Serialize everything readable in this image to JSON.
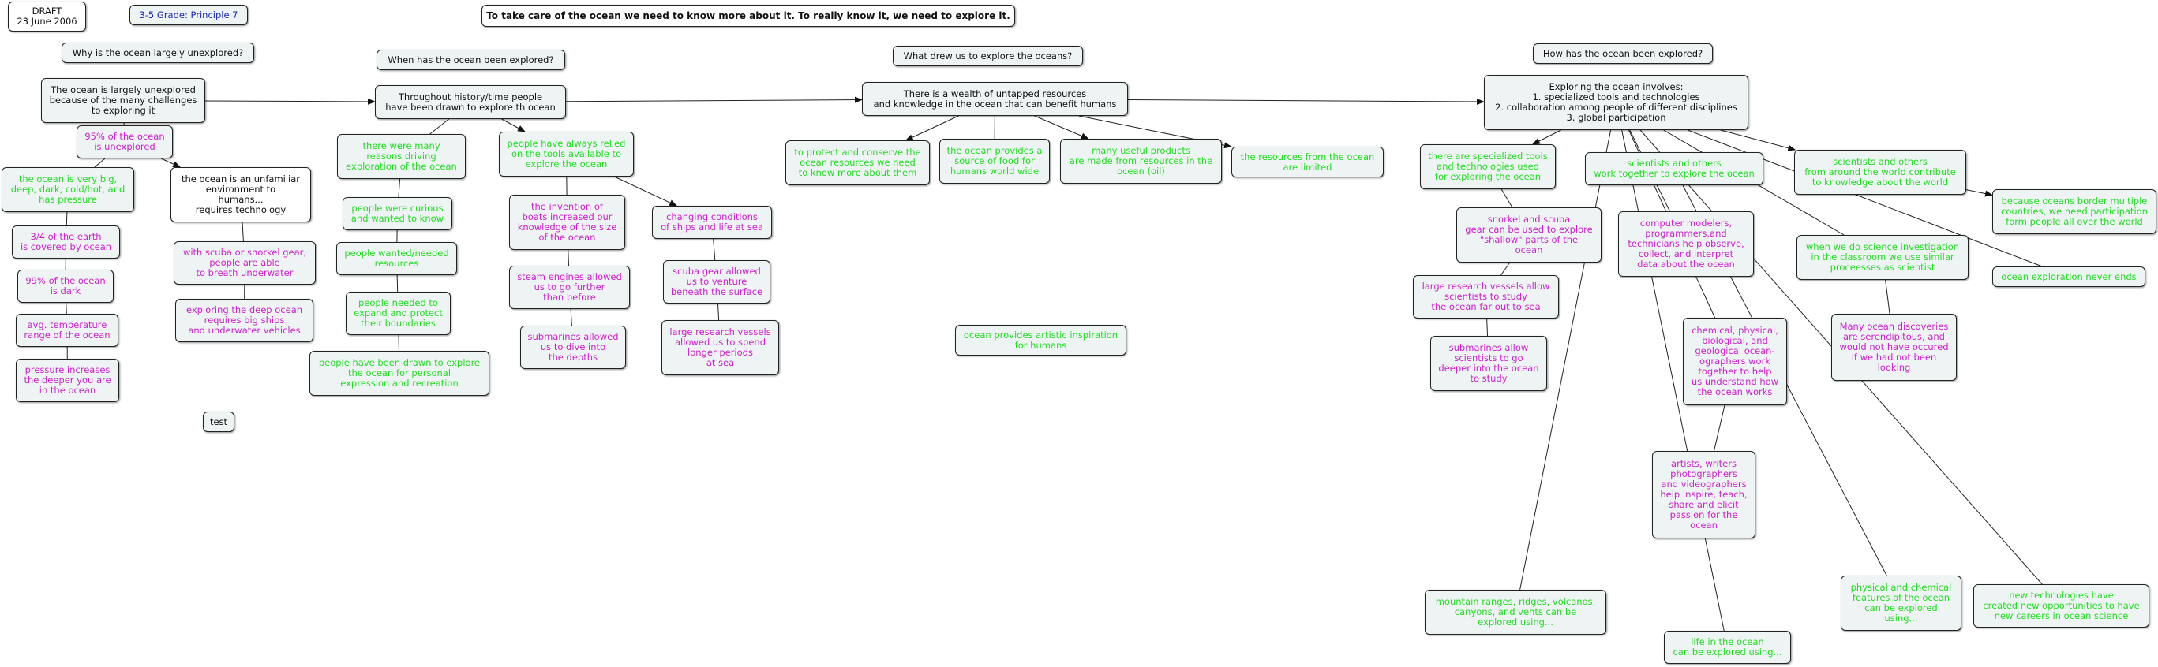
{
  "colors": {
    "green": "#22dd22",
    "magenta": "#cc22cc",
    "black": "#111111",
    "blue": "#1a2bb8",
    "node_bg": "#eef3f4",
    "edge": "#222222"
  },
  "nodes": [
    {
      "id": "draft",
      "text": "DRAFT\n23 June 2006",
      "color": "black"
    },
    {
      "id": "grade",
      "text": "3-5 Grade: Principle 7",
      "color": "blue"
    },
    {
      "id": "title",
      "text": "To take care of the ocean we need to know more about it. To really know it, we need to explore it.",
      "color": "black"
    },
    {
      "id": "q_why",
      "text": "Why is the ocean largely unexplored?",
      "color": "black"
    },
    {
      "id": "q_when",
      "text": "When has the ocean been  explored?",
      "color": "black"
    },
    {
      "id": "q_what",
      "text": "What drew us to explore the oceans?",
      "color": "black"
    },
    {
      "id": "q_how",
      "text": "How has the ocean been explored?",
      "color": "black"
    },
    {
      "id": "m1",
      "text": "The ocean is largely unexplored\nbecause of the many challenges\nto exploring it",
      "color": "black"
    },
    {
      "id": "m2",
      "text": "Throughout history/time people\nhave been drawn to explore th ocean",
      "color": "black"
    },
    {
      "id": "m3",
      "text": "There is a wealth of untapped resources\nand knowledge in the ocean that can benefit humans",
      "color": "black"
    },
    {
      "id": "m4",
      "text": "Exploring the ocean involves:\n1. specialized tools and technologies\n2. collaboration among people of different disciplines\n3. global participation",
      "color": "black"
    },
    {
      "id": "n95",
      "text": "95% of the ocean\nis unexplored",
      "color": "magenta"
    },
    {
      "id": "nbig",
      "text": "the ocean is very big,\ndeep, dark, cold/hot, and\nhas pressure",
      "color": "green"
    },
    {
      "id": "n34",
      "text": "3/4 of the earth\nis covered by ocean",
      "color": "magenta"
    },
    {
      "id": "n99",
      "text": "99% of the ocean\nis dark",
      "color": "magenta"
    },
    {
      "id": "navg",
      "text": "avg. temperature\nrange of the ocean",
      "color": "magenta"
    },
    {
      "id": "npress",
      "text": "pressure increases\nthe deeper you are\nin the ocean",
      "color": "magenta"
    },
    {
      "id": "nunf",
      "text": "the ocean is an unfamiliar\nenvironment to\nhumans...\nrequires technology",
      "color": "black"
    },
    {
      "id": "nscuba1",
      "text": "with scuba or snorkel gear,\npeople are able\nto breath underwater",
      "color": "magenta"
    },
    {
      "id": "ndeep",
      "text": "exploring the deep ocean\nrequires big ships\nand underwater vehicles",
      "color": "magenta"
    },
    {
      "id": "ntest",
      "text": "test",
      "color": "black"
    },
    {
      "id": "nmany",
      "text": "there were many\nreasons driving\nexploration of the ocean",
      "color": "green"
    },
    {
      "id": "ncur",
      "text": "people were curious\nand wanted to know",
      "color": "green"
    },
    {
      "id": "nwant",
      "text": "people wanted/needed\nresources",
      "color": "green"
    },
    {
      "id": "nexp",
      "text": "people needed to\nexpand and protect\ntheir boundaries",
      "color": "green"
    },
    {
      "id": "nrec",
      "text": "people have been drawn to explore\nthe ocean for personal\nexpression and recreation",
      "color": "green"
    },
    {
      "id": "ntools",
      "text": "people have always relied\non the tools available to\nexplore the ocean",
      "color": "green"
    },
    {
      "id": "nboats",
      "text": "the invention of\nboats increased our\nknowledge of the size\nof the ocean",
      "color": "magenta"
    },
    {
      "id": "nsteam",
      "text": "steam engines allowed\nus to go further\nthan before",
      "color": "magenta"
    },
    {
      "id": "nsub1",
      "text": "submarines allowed\nus to dive into\nthe depths",
      "color": "magenta"
    },
    {
      "id": "nchg",
      "text": "changing conditions\nof ships and life at sea",
      "color": "magenta"
    },
    {
      "id": "nscuba2",
      "text": "scuba gear allowed\nus to venture\nbeneath the surface",
      "color": "magenta"
    },
    {
      "id": "nlrv1",
      "text": "large research vessels\nallowed us to spend\nlonger periods\nat sea",
      "color": "magenta"
    },
    {
      "id": "nprot",
      "text": "to protect and conserve the\nocean resources we need\nto know more about them",
      "color": "green"
    },
    {
      "id": "nfood",
      "text": "the ocean provides a\nsource of food for\nhumans world wide",
      "color": "green"
    },
    {
      "id": "nprod",
      "text": "many useful products\nare made from resources in the\nocean (oil)",
      "color": "green"
    },
    {
      "id": "nlim",
      "text": "the resources from the ocean\nare limited",
      "color": "green"
    },
    {
      "id": "nart",
      "text": "ocean provides artistic inspiration\nfor humans",
      "color": "green"
    },
    {
      "id": "nspec",
      "text": "there are specialized tools\nand technologies used\nfor exploring the ocean",
      "color": "green"
    },
    {
      "id": "nsnork",
      "text": "snorkel and scuba\ngear can be used to explore\n\"shallow\" parts of the\nocean",
      "color": "magenta"
    },
    {
      "id": "nlrv2",
      "text": "large research vessels allow\nscientists to study\nthe ocean far out to sea",
      "color": "magenta"
    },
    {
      "id": "nsub2",
      "text": "submarines allow\nscientists to go\ndeeper into the ocean\nto study",
      "color": "magenta"
    },
    {
      "id": "nmount",
      "text": "mountain ranges, ridges, volcanos,\ncanyons, and vents can be\nexplored using...",
      "color": "green"
    },
    {
      "id": "nsci",
      "text": "scientists and others\nwork together to explore the ocean",
      "color": "green"
    },
    {
      "id": "ncomp",
      "text": "computer modelers,\nprogrammers,and\ntechnicians help observe,\ncollect, and interpret\ndata about the ocean",
      "color": "magenta"
    },
    {
      "id": "nchem",
      "text": "chemical, physical,\nbiological, and\ngeological ocean-\nographers work\ntogether to help\nus understand how\nthe ocean works",
      "color": "magenta"
    },
    {
      "id": "nartists",
      "text": "artists, writers\nphotographers\nand videographers\nhelp inspire, teach,\nshare and elicit\npassion for the\nocean",
      "color": "magenta"
    },
    {
      "id": "nlife",
      "text": "life in the ocean\ncan be explored using...",
      "color": "green"
    },
    {
      "id": "nworld",
      "text": "scientists and others\nfrom around the world contribute\nto knowledge about the world",
      "color": "green"
    },
    {
      "id": "nborder",
      "text": "because oceans border multiple\ncountries, we need participation\nform people all over the world",
      "color": "green"
    },
    {
      "id": "nclass",
      "text": "when we do science investigation\nin the classroom we use similar\nproceesses as scientist",
      "color": "green"
    },
    {
      "id": "nnever",
      "text": "ocean exploration never ends",
      "color": "green"
    },
    {
      "id": "nserend",
      "text": "Many ocean discoveries\nare serendipitous, and\nwould not have occured\nif we had not been\nlooking",
      "color": "magenta"
    },
    {
      "id": "nphys",
      "text": "physical and chemical\nfeatures of the ocean\ncan be explored\nusing...",
      "color": "green"
    },
    {
      "id": "ncareer",
      "text": "new technologies have\ncreated new opportunities to have\nnew careers in ocean science",
      "color": "green"
    }
  ],
  "edges": [
    {
      "from": "m1",
      "to": "m2",
      "arrow": true
    },
    {
      "from": "m2",
      "to": "m3",
      "arrow": true
    },
    {
      "from": "m3",
      "to": "m4",
      "arrow": true
    },
    {
      "from": "m1",
      "to": "n95",
      "arrow": false
    },
    {
      "from": "n95",
      "to": "nbig",
      "arrow": false
    },
    {
      "from": "n95",
      "to": "nunf",
      "arrow": true
    },
    {
      "from": "nbig",
      "to": "n34",
      "arrow": false
    },
    {
      "from": "n34",
      "to": "n99",
      "arrow": false
    },
    {
      "from": "n99",
      "to": "navg",
      "arrow": false
    },
    {
      "from": "navg",
      "to": "npress",
      "arrow": false
    },
    {
      "from": "nunf",
      "to": "nscuba1",
      "arrow": false
    },
    {
      "from": "nscuba1",
      "to": "ndeep",
      "arrow": false
    },
    {
      "from": "m2",
      "to": "nmany",
      "arrow": false
    },
    {
      "from": "m2",
      "to": "ntools",
      "arrow": true
    },
    {
      "from": "nmany",
      "to": "ncur",
      "arrow": false
    },
    {
      "from": "ncur",
      "to": "nwant",
      "arrow": false
    },
    {
      "from": "nwant",
      "to": "nexp",
      "arrow": false
    },
    {
      "from": "nexp",
      "to": "nrec",
      "arrow": false
    },
    {
      "from": "ntools",
      "to": "nboats",
      "arrow": false
    },
    {
      "from": "ntools",
      "to": "nchg",
      "arrow": true
    },
    {
      "from": "nboats",
      "to": "nsteam",
      "arrow": false
    },
    {
      "from": "nsteam",
      "to": "nsub1",
      "arrow": false
    },
    {
      "from": "nchg",
      "to": "nscuba2",
      "arrow": false
    },
    {
      "from": "nscuba2",
      "to": "nlrv1",
      "arrow": false
    },
    {
      "from": "m3",
      "to": "nprot",
      "arrow": true
    },
    {
      "from": "m3",
      "to": "nfood",
      "arrow": false
    },
    {
      "from": "m3",
      "to": "nprod",
      "arrow": true
    },
    {
      "from": "m3",
      "to": "nlim",
      "arrow": true
    },
    {
      "from": "m4",
      "to": "nspec",
      "arrow": true
    },
    {
      "from": "nspec",
      "to": "nsnork",
      "arrow": false
    },
    {
      "from": "nsnork",
      "to": "nlrv2",
      "arrow": false
    },
    {
      "from": "nlrv2",
      "to": "nsub2",
      "arrow": false
    },
    {
      "from": "m4",
      "to": "nsci",
      "arrow": false
    },
    {
      "from": "m4",
      "to": "ncomp",
      "arrow": false
    },
    {
      "from": "m4",
      "to": "nchem",
      "arrow": false
    },
    {
      "from": "m4",
      "to": "nworld",
      "arrow": true
    },
    {
      "from": "m4",
      "to": "nclass",
      "arrow": false
    },
    {
      "from": "m4",
      "to": "nnever",
      "arrow": false
    },
    {
      "from": "m4",
      "to": "nmount",
      "arrow": false
    },
    {
      "from": "m4",
      "to": "nlife",
      "arrow": false
    },
    {
      "from": "nworld",
      "to": "nborder",
      "arrow": true
    },
    {
      "from": "nchem",
      "to": "nartists",
      "arrow": false
    },
    {
      "from": "nclass",
      "to": "nserend",
      "arrow": false
    },
    {
      "from": "nsci",
      "to": "nphys",
      "arrow": false
    },
    {
      "from": "nsci",
      "to": "ncareer",
      "arrow": false
    }
  ]
}
